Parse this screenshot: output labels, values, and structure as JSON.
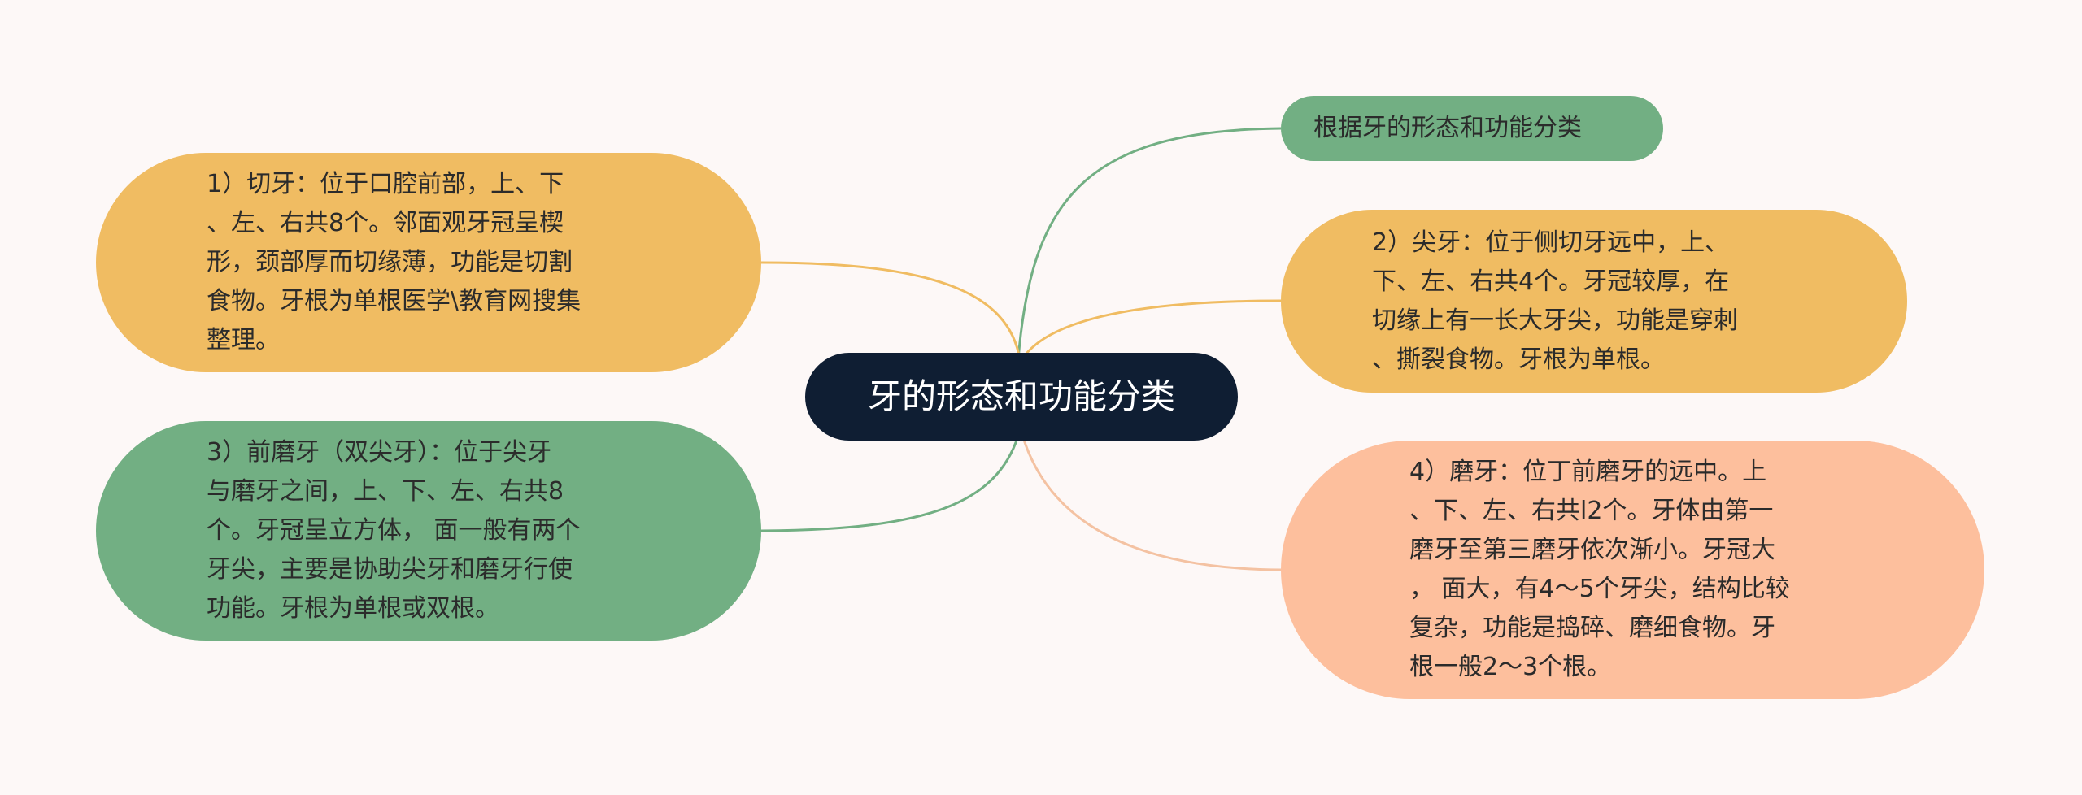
{
  "mindmap": {
    "center": {
      "label": "牙的形态和功能分类",
      "fill": "#0f1e33"
    },
    "branches": [
      {
        "id": "classification",
        "label": "根据牙的形态和功能分类",
        "fill": "#72af83",
        "line": "#72af83"
      },
      {
        "id": "incisor",
        "label": "1）切牙：位于口腔前部，上、下\n、左、右共8个。邻面观牙冠呈楔\n形，颈部厚而切缘薄，功能是切割\n食物。牙根为单根医学\\教育网搜集\n整理。",
        "fill": "#f0bc62",
        "line": "#f0bc62"
      },
      {
        "id": "canine",
        "label": "2）尖牙：位于侧切牙远中，上、\n下、左、右共4个。牙冠较厚，在\n切缘上有一长大牙尖，功能是穿刺\n、撕裂食物。牙根为单根。",
        "fill": "#f0bc62",
        "line": "#f0bc62"
      },
      {
        "id": "premolar",
        "label": "3）前磨牙（双尖牙）：位于尖牙\n与磨牙之间，上、下、左、右共8\n个。牙冠呈立方体， 面一般有两个\n牙尖，主要是协助尖牙和磨牙行使\n功能。牙根为单根或双根。",
        "fill": "#72af83",
        "line": "#72af83"
      },
      {
        "id": "molar",
        "label": "4）磨牙：位丁前磨牙的远中。上\n、下、左、右共l2个。牙体由第一\n磨牙至第三磨牙依次渐小。牙冠大\n， 面大，有4～5个牙尖，结构比较\n复杂，功能是捣碎、磨细食物。牙\n根一般2～3个根。",
        "fill": "#fdbf9d",
        "line": "#f4c2a2"
      }
    ]
  }
}
